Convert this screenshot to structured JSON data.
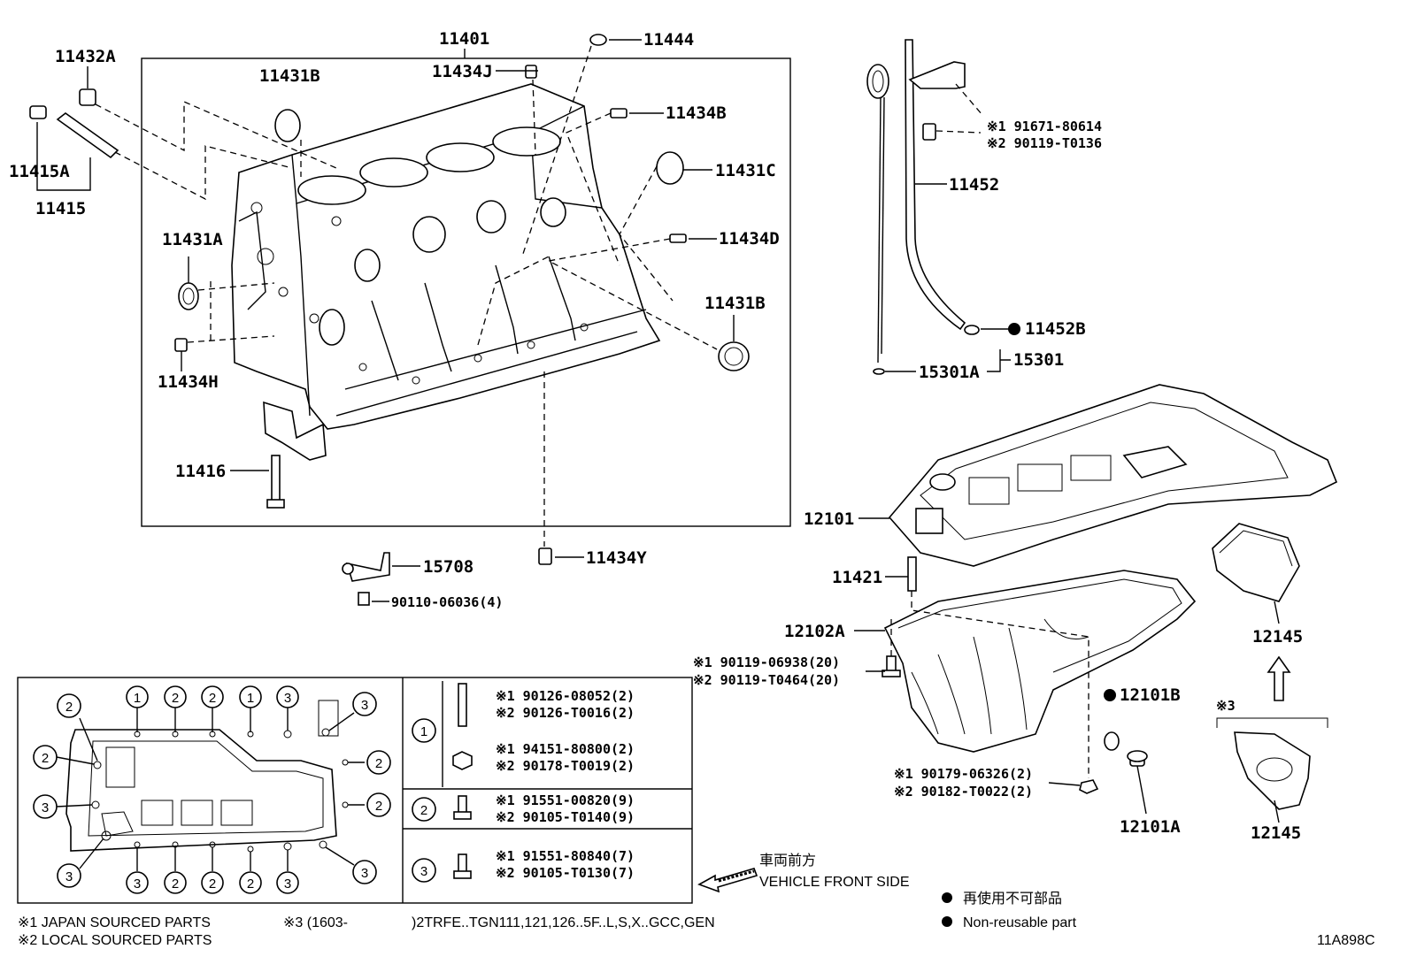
{
  "block_parts": {
    "p11401": "11401",
    "p11444": "11444",
    "p11432A": "11432A",
    "p11434J": "11434J",
    "p11431B_top": "11431B",
    "p11434B": "11434B",
    "p11415A": "11415A",
    "p11415": "11415",
    "p11431C": "11431C",
    "p11431A": "11431A",
    "p11434D": "11434D",
    "p11431B_right": "11431B",
    "p11434H": "11434H",
    "p11416": "11416",
    "p11434Y": "11434Y",
    "p15708": "15708",
    "p90110": "90110-06036(4)"
  },
  "dipstick": {
    "ref1": "※1  91671-80614",
    "ref2": "※2  90119-T0136",
    "p11452": "11452",
    "p11452B": "11452B",
    "p15301": "15301",
    "p15301A": "15301A"
  },
  "oil_pan": {
    "p12101": "12101",
    "p11421": "11421",
    "p12102A": "12102A",
    "bolt1": "※1 90119-06938(20)",
    "bolt2": "※2 90119-T0464(20)",
    "p12101B": "12101B",
    "nut1": "※1  90179-06326(2)",
    "nut2": "※2  90182-T0022(2)",
    "p12101A": "12101A",
    "p12145_top": "12145",
    "p12145_bottom": "12145",
    "note3": "※3"
  },
  "legend_table": {
    "row1_a": "※1  90126-08052(2)",
    "row1_b": "※2  90126-T0016(2)",
    "row1_c": "※1  94151-80800(2)",
    "row1_d": "※2  90178-T0019(2)",
    "row2_a": "※1  91551-00820(9)",
    "row2_b": "※2  90105-T0140(9)",
    "row3_a": "※1  91551-80840(7)",
    "row3_b": "※2  90105-T0130(7)",
    "circle1": "1",
    "circle2": "2",
    "circle3": "3"
  },
  "front": {
    "jp": "車両前方",
    "en": "VEHICLE FRONT SIDE"
  },
  "nonreuse": {
    "jp": "再使用不可部品",
    "en": "Non-reusable part"
  },
  "footer": {
    "note1": "※1 JAPAN SOURCED PARTS",
    "note2": "※2 LOCAL SOURCED PARTS",
    "note3a": "※3 (1603-",
    "note3b": ")2TRFE..TGN111,121,126..5F..L,S,X..GCC,GEN",
    "code": "11A898C"
  }
}
